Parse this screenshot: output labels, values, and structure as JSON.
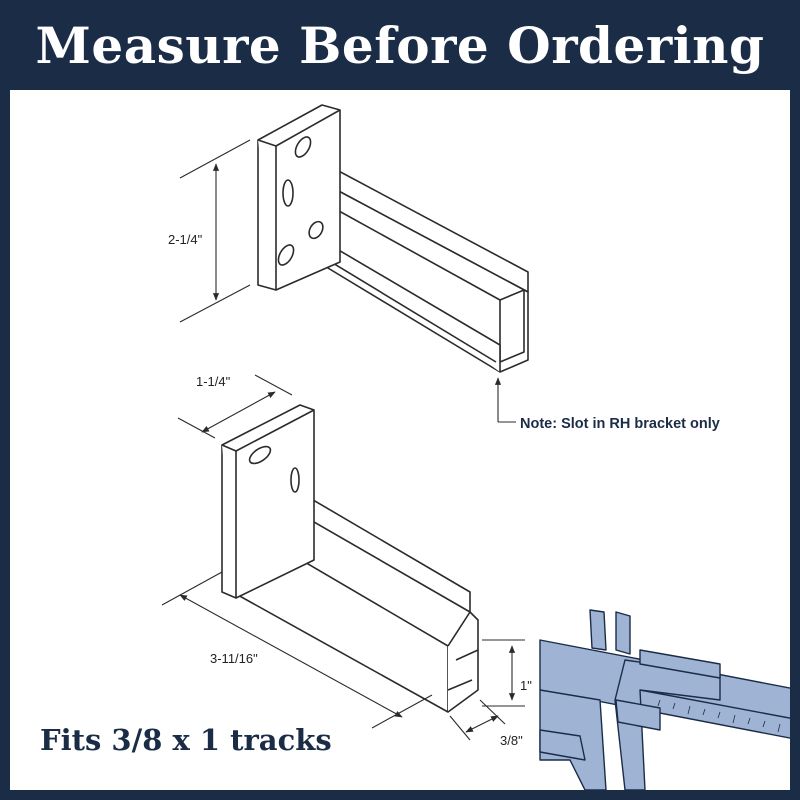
{
  "header": {
    "title": "Measure Before Ordering"
  },
  "dimensions": {
    "height": "2-1/4\"",
    "width": "1-1/4\"",
    "length": "3-11/16\"",
    "channel_height": "1\"",
    "channel_width": "3/8\""
  },
  "note": "Note: Slot in RH bracket only",
  "footer": {
    "fits": "Fits 3/8 x 1 tracks"
  },
  "colors": {
    "frame": "#1b2c47",
    "background": "#ffffff",
    "line": "#2b2b2b",
    "caliper": "#9fb3d4"
  },
  "icons": [
    "bracket-rh-illustration",
    "bracket-lh-illustration",
    "caliper-icon"
  ]
}
